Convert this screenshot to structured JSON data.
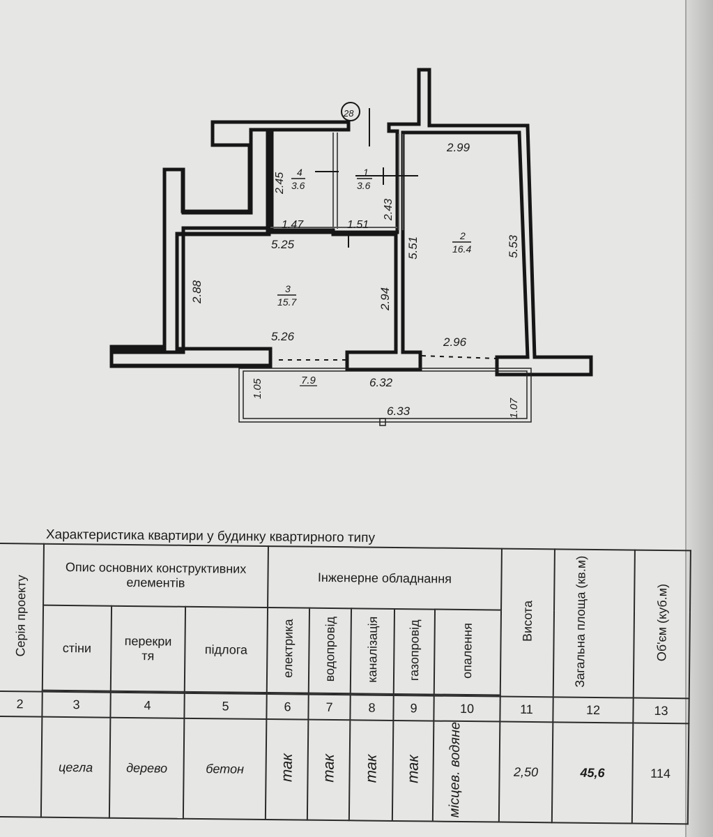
{
  "plan": {
    "axis_marker": "28",
    "rooms": [
      {
        "number": "4",
        "area": "3.6"
      },
      {
        "number": "1",
        "area": "3.6"
      },
      {
        "number": "2",
        "area": "16.4"
      },
      {
        "number": "3",
        "area": "15.7"
      }
    ],
    "dimensions": {
      "d_2_99": "2.99",
      "d_2_45": "2.45",
      "d_2_43": "2.43",
      "d_1_47": "1.47",
      "d_1_51": "1.51",
      "d_5_51": "5.51",
      "d_5_53": "5.53",
      "d_5_25": "5.25",
      "d_2_88": "2.88",
      "d_2_94": "2.94",
      "d_5_26": "5.26",
      "d_2_96": "2.96",
      "d_7_9": "7.9",
      "d_6_32": "6.32",
      "d_1_05": "1.05",
      "d_1_07": "1.07",
      "d_6_33": "6.33"
    }
  },
  "table": {
    "caption": "Характеристика квартири у будинку квартирного типу",
    "headers": {
      "series": "Серія проекту",
      "construction_group": "Опис основних конструктивних елементів",
      "walls": "стіни",
      "ceilings": "перекри тя",
      "floor": "підлога",
      "engineering_group": "Інженерне обладнання",
      "electric": "електрика",
      "water": "водопровід",
      "sewer": "каналізація",
      "gas": "газопровід",
      "heating": "опалення",
      "height": "Висота",
      "total_area": "Загальна площа (кв.м)",
      "volume": "Об'єм (куб.м)"
    },
    "column_numbers": [
      "2",
      "3",
      "4",
      "5",
      "6",
      "7",
      "8",
      "9",
      "10",
      "11",
      "12",
      "13"
    ],
    "values": {
      "walls": "цегла",
      "ceilings": "дерево",
      "floor": "бетон",
      "electric": "так",
      "water": "так",
      "sewer": "так",
      "gas": "так",
      "heating": "місцев. водяне",
      "height": "2,50",
      "total_area": "45,6",
      "volume": "114"
    }
  }
}
